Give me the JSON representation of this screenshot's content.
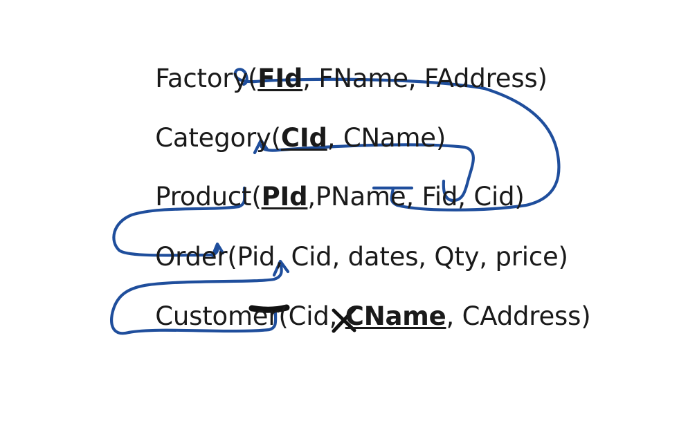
{
  "document": {
    "title": "Relational schema with foreign key annotations",
    "background_color": "#ffffff",
    "text_color": "#1a1a1a",
    "ink_color": "#1F4E9C",
    "mark_color": "#111111"
  },
  "relations": [
    {
      "name": "Factory",
      "open": "(",
      "close": ")",
      "segments": [
        {
          "text": "FId",
          "style": "primary-key"
        },
        {
          "text": ", FName, FAddress",
          "style": "plain"
        }
      ],
      "full_text": "Factory(FId, FName, FAddress)"
    },
    {
      "name": "Category",
      "open": "(",
      "close": ")",
      "segments": [
        {
          "text": "CId",
          "style": "primary-key"
        },
        {
          "text": ", CName",
          "style": "plain"
        }
      ],
      "full_text": "Category(CId, CName)"
    },
    {
      "name": "Product",
      "open": "(",
      "close": ")",
      "segments": [
        {
          "text": "PId",
          "style": "primary-key"
        },
        {
          "text": ",PName, Fid, Cid",
          "style": "plain"
        }
      ],
      "full_text": "Product(PId,PName, Fid, Cid)"
    },
    {
      "name": "Order",
      "open": "(",
      "close": ")",
      "segments": [
        {
          "text": "Pid, Cid, dates, Qty, price",
          "style": "plain"
        }
      ],
      "full_text": "Order(Pid, Cid, dates, Qty, price)"
    },
    {
      "name": "Customer",
      "open": "(",
      "close": ")",
      "segments": [
        {
          "text": "Cid, ",
          "style": "plain"
        },
        {
          "text": "CName",
          "style": "primary-key"
        },
        {
          "text": ", CAddress",
          "style": "plain"
        }
      ],
      "full_text": "Customer(Cid, CName, CAddress)"
    }
  ],
  "annotations": {
    "foreign_key_arrows": [
      {
        "name": "fid-to-factory-fid",
        "from": "Product.Fid",
        "to": "Factory.FId",
        "color": "#1F4E9C"
      },
      {
        "name": "cid-to-category-cid",
        "from": "Product.Cid",
        "to": "Category.CId",
        "color": "#1F4E9C"
      },
      {
        "name": "order-pid-to-product-pid",
        "from": "Order.Pid",
        "to": "Product.PId",
        "color": "#1F4E9C"
      },
      {
        "name": "order-cid-to-customer-cid",
        "from": "Order.Cid",
        "to": "Customer.Cid",
        "color": "#1F4E9C"
      }
    ],
    "hand_marks": [
      {
        "name": "cid-underline-stroke",
        "target": "Customer.Cid",
        "type": "thick-underline",
        "color": "#111111"
      },
      {
        "name": "cname-cross-out",
        "target": "Customer.CName",
        "type": "x-mark",
        "color": "#111111",
        "label": "X"
      }
    ]
  }
}
